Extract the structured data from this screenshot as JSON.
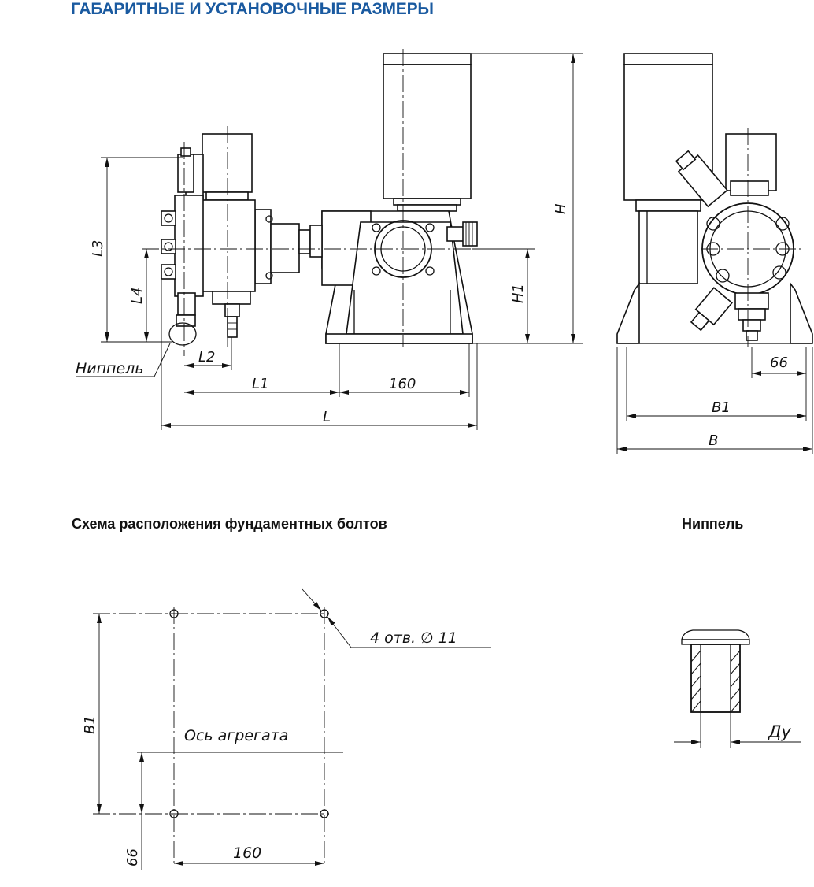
{
  "header": {
    "title": "ГАБАРИТНЫЕ И УСТАНОВОЧНЫЕ РАЗМЕРЫ",
    "title_color": "#1a5aa0"
  },
  "sections": {
    "bolts_title": "Схема расположения фундаментных болтов",
    "nipple_title": "Ниппель"
  },
  "front_view": {
    "labels": {
      "H": "H",
      "H1": "H1",
      "L": "L",
      "L1": "L1",
      "L2": "L2",
      "L3": "L3",
      "L4": "L4",
      "dim_160": "160",
      "nipple": "Ниппель"
    }
  },
  "side_view": {
    "labels": {
      "B": "B",
      "B1": "B1",
      "dim_66": "66"
    }
  },
  "bolt_scheme": {
    "holes_note": "4 отв. ∅ 11",
    "axis_label": "Ось агрегата",
    "B1": "B1",
    "dim_66": "66",
    "dim_160": "160"
  },
  "nipple_detail": {
    "du_label": "Ду"
  }
}
